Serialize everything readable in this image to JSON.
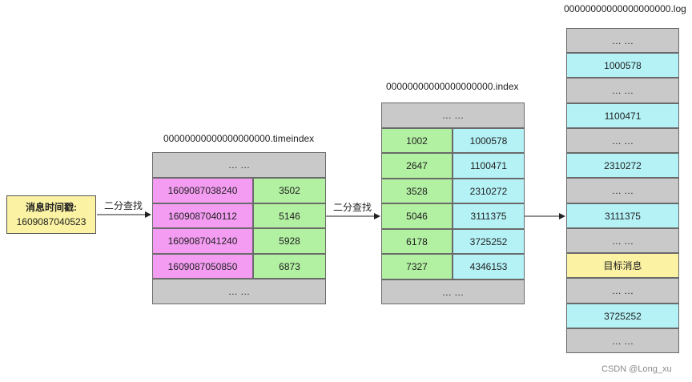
{
  "source": {
    "title": "消息时间戳:",
    "value": "1609087040523"
  },
  "arrow1_label": "二分查找",
  "arrow2_label": "二分查找",
  "timeindex": {
    "filename": "00000000000000000000.timeindex",
    "top": "… …",
    "rows": [
      {
        "ts": "1609087038240",
        "offset": "3502"
      },
      {
        "ts": "1609087040112",
        "offset": "5146"
      },
      {
        "ts": "1609087041240",
        "offset": "5928"
      },
      {
        "ts": "1609087050850",
        "offset": "6873"
      }
    ],
    "bottom": "… …"
  },
  "index": {
    "filename": "00000000000000000000.index",
    "top": "… …",
    "rows": [
      {
        "offset": "1002",
        "pos": "1000578"
      },
      {
        "offset": "2647",
        "pos": "1100471"
      },
      {
        "offset": "3528",
        "pos": "2310272"
      },
      {
        "offset": "5046",
        "pos": "3111375"
      },
      {
        "offset": "6178",
        "pos": "3725252"
      },
      {
        "offset": "7327",
        "pos": "4346153"
      }
    ],
    "bottom": "… …"
  },
  "log": {
    "filename": "00000000000000000000.log",
    "cells": [
      {
        "text": "… …",
        "kind": "gray"
      },
      {
        "text": "1000578",
        "kind": "cyan"
      },
      {
        "text": "… …",
        "kind": "gray"
      },
      {
        "text": "1100471",
        "kind": "cyan"
      },
      {
        "text": "… …",
        "kind": "gray"
      },
      {
        "text": "2310272",
        "kind": "cyan"
      },
      {
        "text": "… …",
        "kind": "gray"
      },
      {
        "text": "3111375",
        "kind": "cyan"
      },
      {
        "text": "… …",
        "kind": "gray"
      },
      {
        "text": "目标消息",
        "kind": "yellow"
      },
      {
        "text": "… …",
        "kind": "gray"
      },
      {
        "text": "3725252",
        "kind": "cyan"
      },
      {
        "text": "… …",
        "kind": "gray"
      }
    ]
  },
  "watermark": "CSDN @Long_xu"
}
